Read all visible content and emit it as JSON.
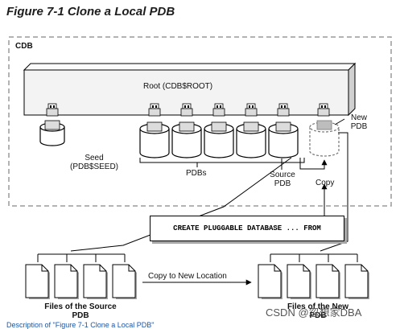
{
  "figure": {
    "title": "Figure 7-1 Clone a Local PDB"
  },
  "labels": {
    "cdb": "CDB",
    "root": "Root (CDB$ROOT)",
    "seed": "Seed\n(PDB$SEED)",
    "pdbs": "PDBs",
    "source_pdb": "Source\nPDB",
    "copy": "Copy",
    "new_pdb": "New\nPDB",
    "command": "CREATE PLUGGABLE DATABASE ... FROM",
    "copy_to_new_location": "Copy to New Location",
    "files_of_source_pdb": "Files of the Source\nPDB",
    "files_of_new_pdb": "Files of the New\nPDB"
  },
  "watermark": "CSDN @忽想家DBA",
  "footer_link": "Description of \"Figure 7-1 Clone a Local PDB\"",
  "colors": {
    "container_border": "#9a9a9a",
    "root_fill": "#f3f3f3",
    "cylinder_fill": "#ffffff",
    "new_pdb_stroke": "#777777",
    "shadow": "#a6a6a6",
    "link": "#1a56a8"
  },
  "icons": {
    "plug": "plug-connector-icon",
    "database": "database-cylinder-icon",
    "document": "file-document-icon"
  }
}
